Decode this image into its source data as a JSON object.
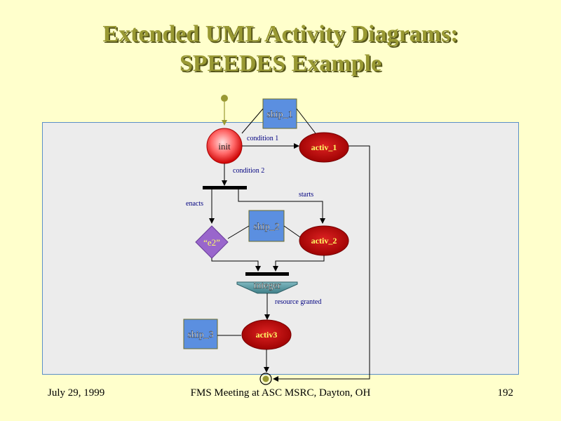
{
  "slide": {
    "title_line1": "Extended UML Activity Diagrams:",
    "title_line2": "SPEEDES Example"
  },
  "diagram": {
    "nodes": {
      "init": "init",
      "activ_1": "activ_1",
      "activ_2": "activ_2",
      "activ3": "activ3",
      "e2": "“e2”",
      "ship_1": "ship_1",
      "ship_2": "ship_2",
      "ship_3": "ship_3",
      "integer": "integer"
    },
    "edge_labels": {
      "condition1": "condition 1",
      "condition2": "condition 2",
      "starts": "starts",
      "enacts": "enacts",
      "resource_granted": "resource granted"
    },
    "colors": {
      "activity_red": "#cc0000",
      "object_blue": "#5b8fe0",
      "event_purple": "#9966cc",
      "resource_teal": "#5f9ea0",
      "olive": "#999933"
    }
  },
  "footer": {
    "date": "July 29,  1999",
    "meeting": "FMS Meeting at ASC MSRC, Dayton, OH",
    "page": "192"
  }
}
